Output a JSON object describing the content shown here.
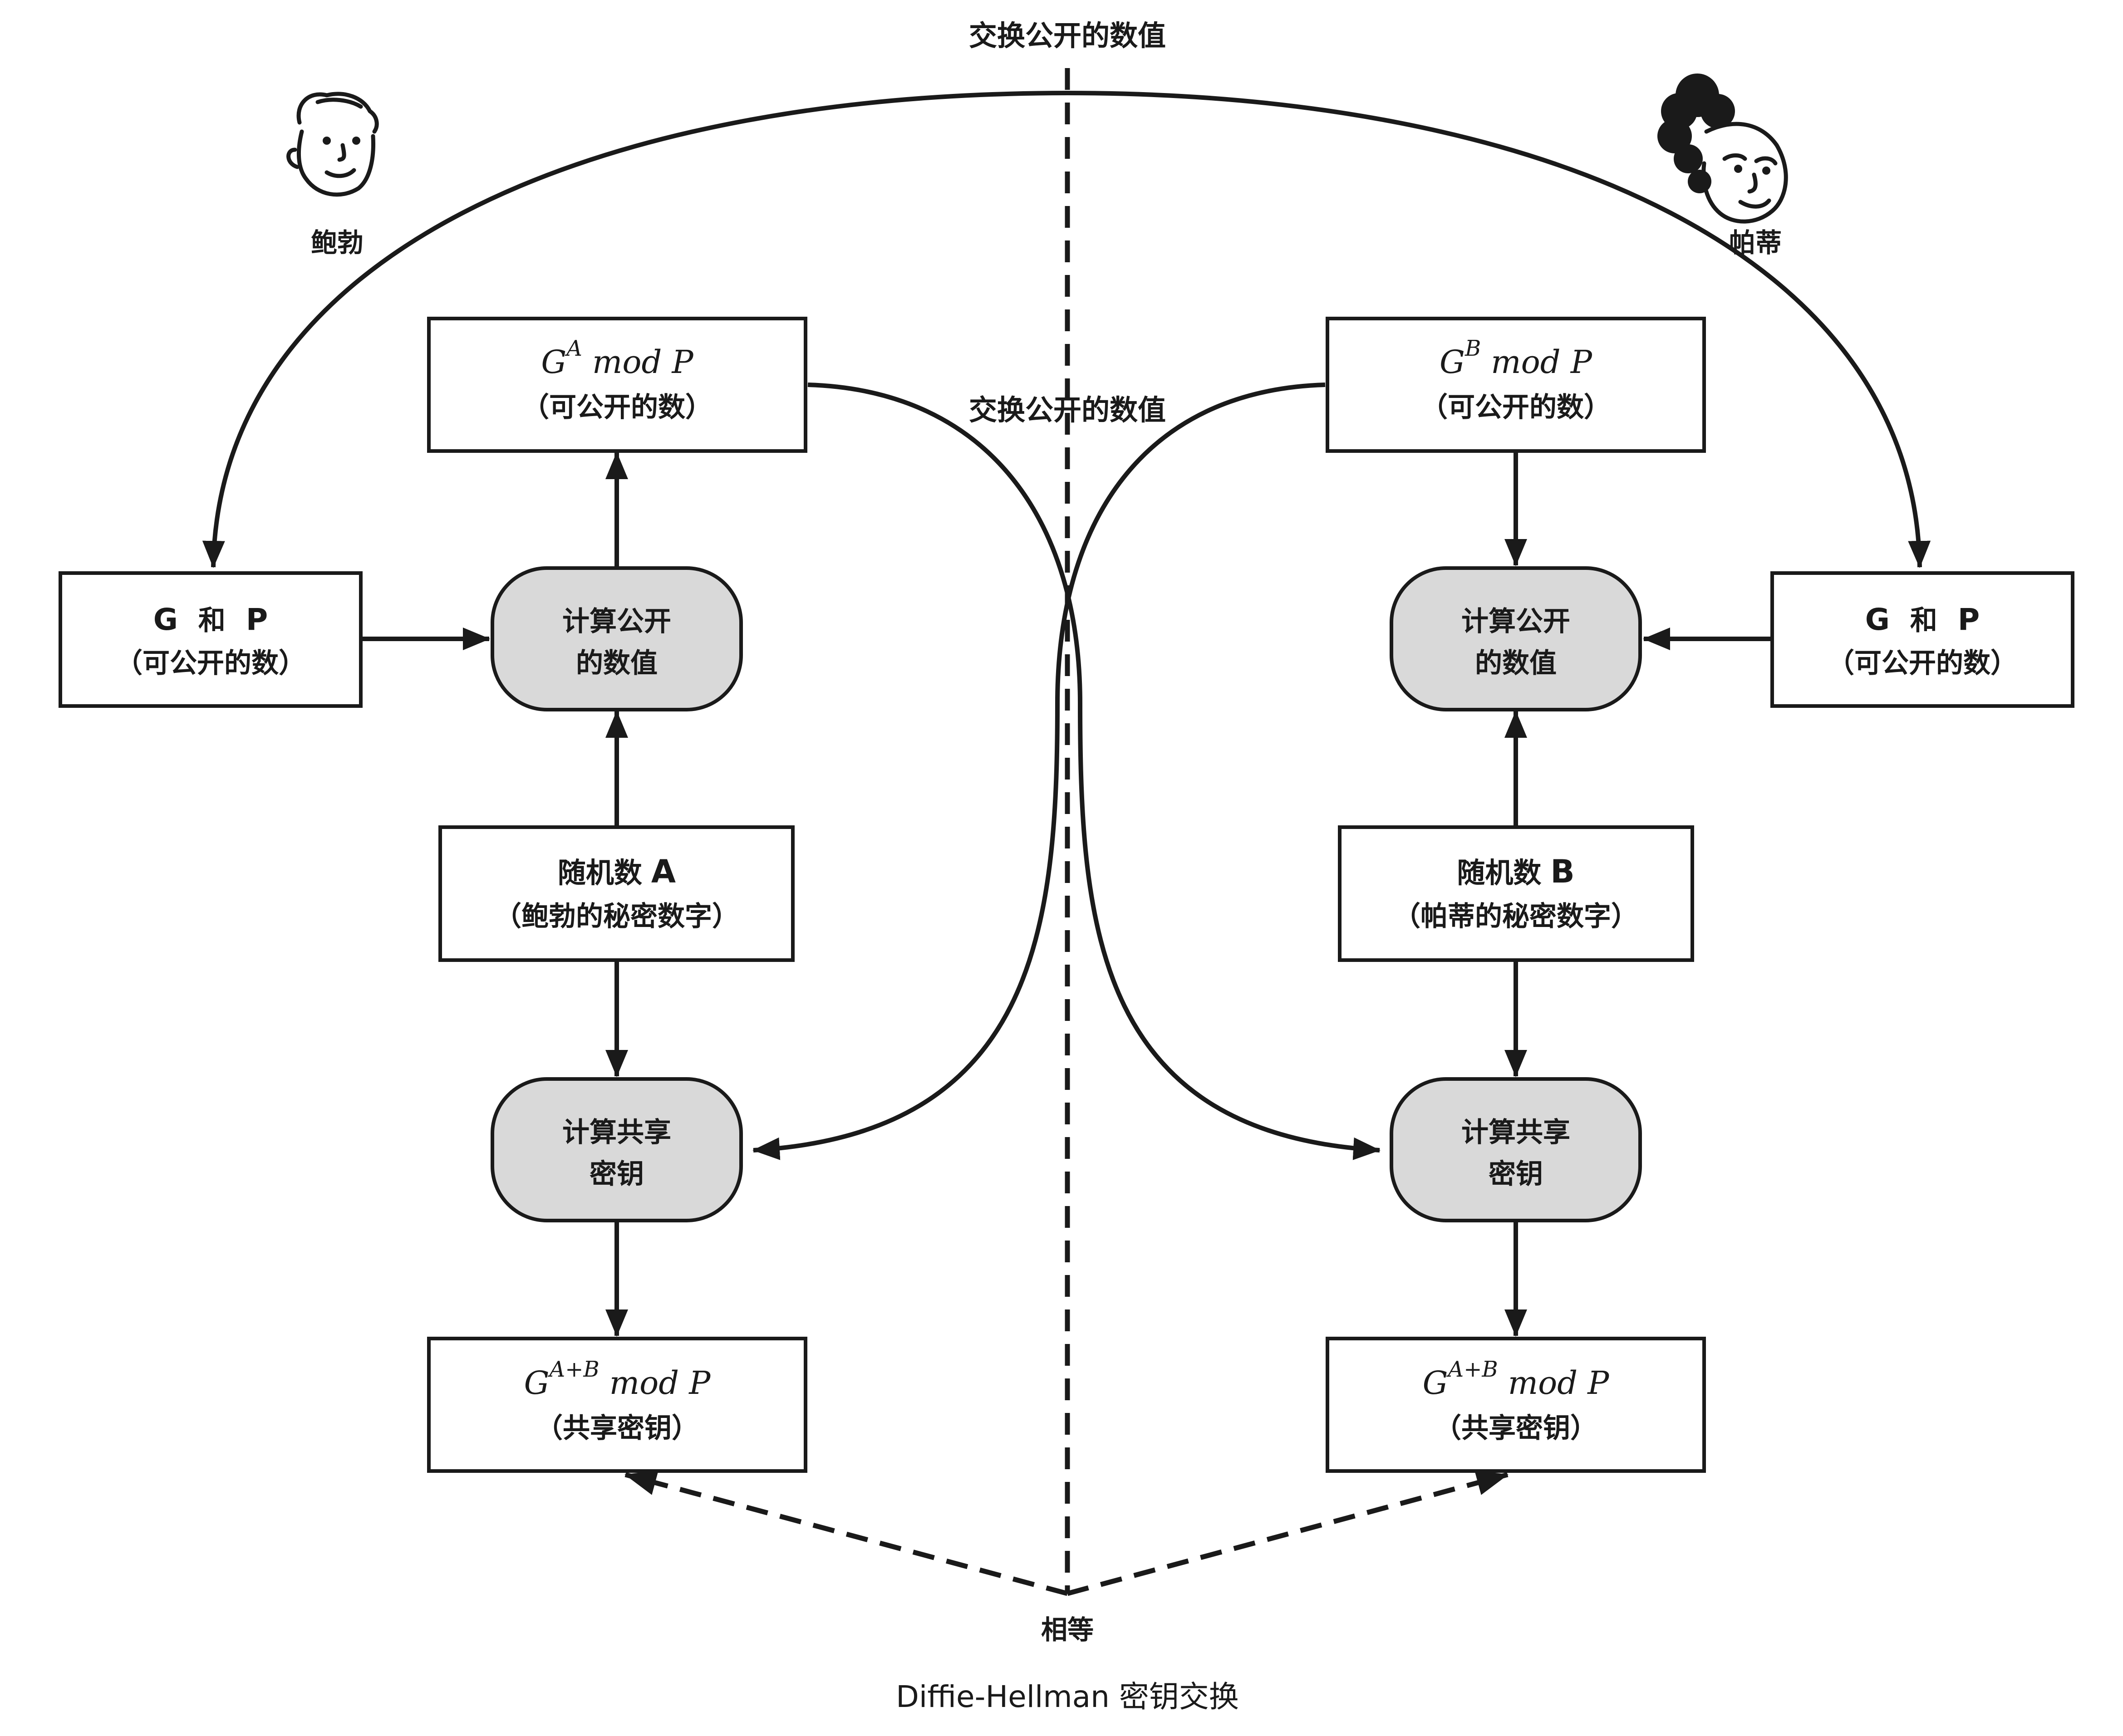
{
  "top_label": "交换公开的数值",
  "middle_label": "交换公开的数值",
  "equal_label": "相等",
  "caption": "Diffie-Hellman  密钥交换",
  "left": {
    "person": "鲍勃",
    "gp": {
      "g": "G",
      "and": "和",
      "p": "P",
      "sub": "（可公开的数）"
    },
    "pub": {
      "base": "G",
      "exp": "A",
      "mod": "mod P",
      "sub": "（可公开的数）"
    },
    "calc_pub": [
      "计算公开",
      "的数值"
    ],
    "rand": {
      "label": "随机数",
      "var": "A",
      "sub": "（鲍勃的秘密数字）"
    },
    "calc_key": [
      "计算共享",
      "密钥"
    ],
    "shared": {
      "base": "G",
      "exp": "A+B",
      "mod": "mod P",
      "sub": "（共享密钥）"
    }
  },
  "right": {
    "person": "帕蒂",
    "gp": {
      "g": "G",
      "and": "和",
      "p": "P",
      "sub": "（可公开的数）"
    },
    "pub": {
      "base": "G",
      "exp": "B",
      "mod": "mod P",
      "sub": "（可公开的数）"
    },
    "calc_pub": [
      "计算公开",
      "的数值"
    ],
    "rand": {
      "label": "随机数",
      "var": "B",
      "sub": "（帕蒂的秘密数字）"
    },
    "calc_key": [
      "计算共享",
      "密钥"
    ],
    "shared": {
      "base": "G",
      "exp": "A+B",
      "mod": "mod P",
      "sub": "（共享密钥）"
    }
  }
}
